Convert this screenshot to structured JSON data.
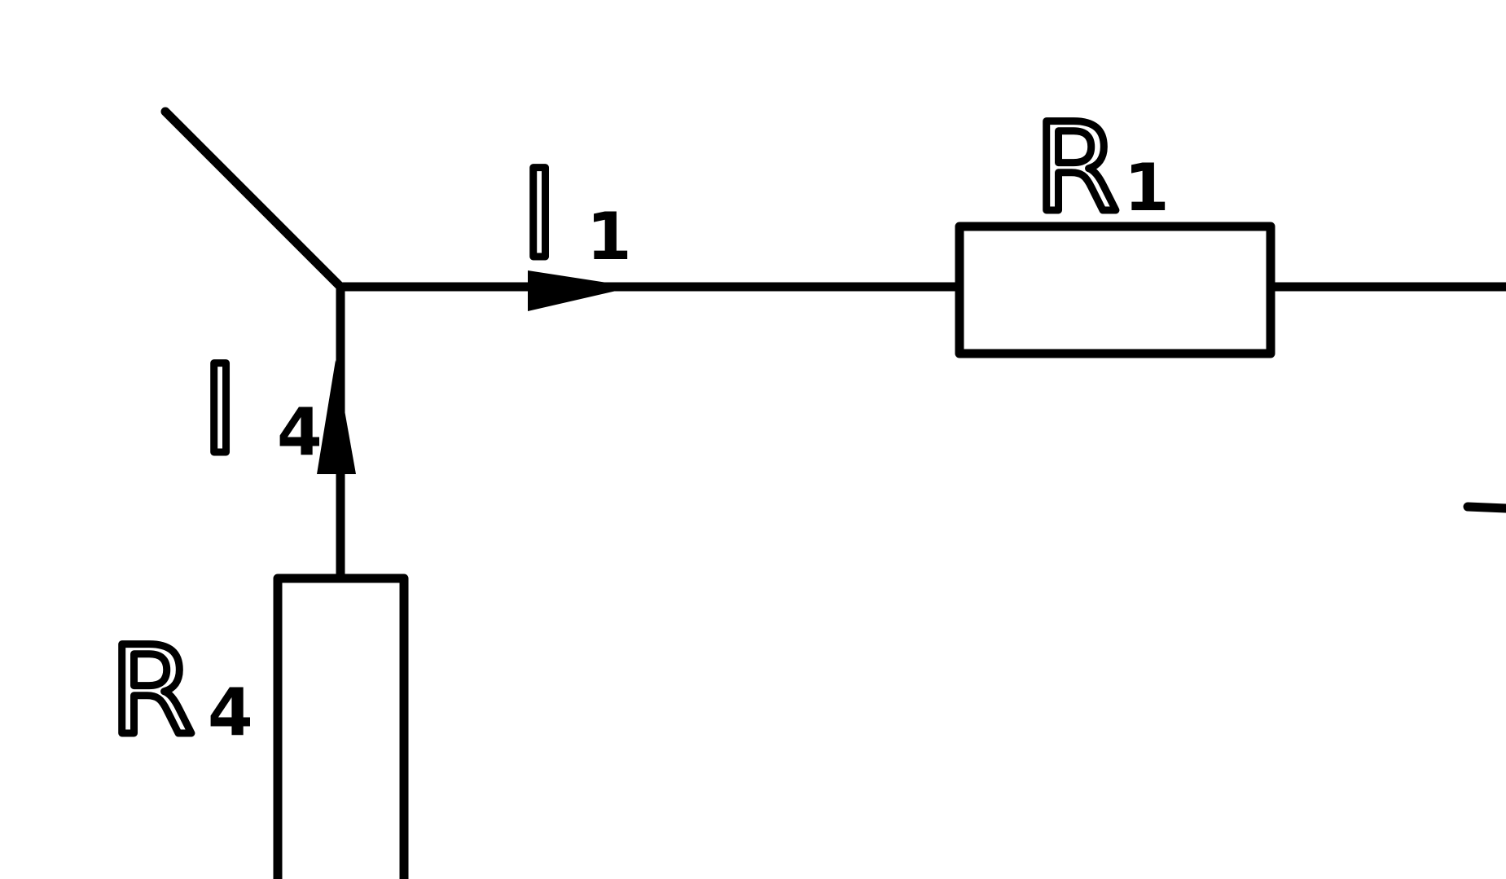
{
  "components": {
    "r1": {
      "letter": "R",
      "index": "1"
    },
    "r4": {
      "letter": "R",
      "index": "4"
    }
  },
  "currents": {
    "i1": {
      "letter": "I",
      "index": "1"
    },
    "i4": {
      "letter": "I",
      "index": "4"
    }
  },
  "colors": {
    "ink": "#000000",
    "background": "#ffffff"
  }
}
